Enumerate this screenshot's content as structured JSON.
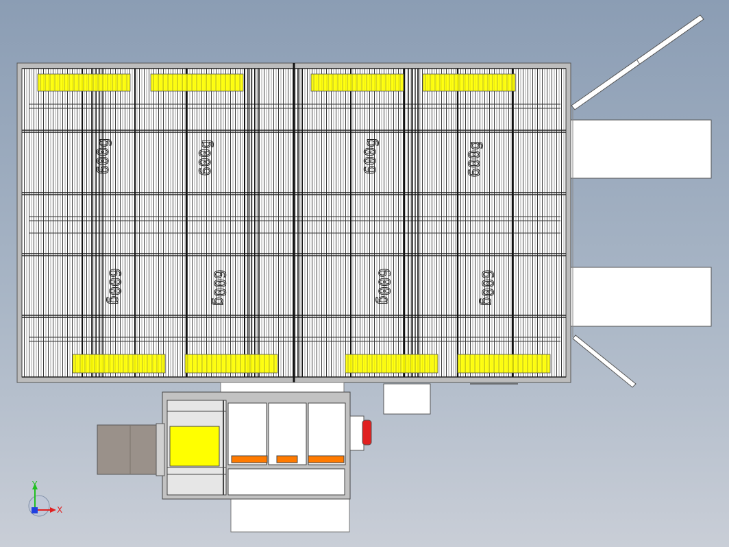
{
  "rack_labels": {
    "top_row": [
      "600g",
      "600g",
      "600g",
      "600g"
    ],
    "bottom_row": [
      "600g",
      "600g",
      "600g",
      "600g"
    ]
  },
  "axes": {
    "x": "X",
    "y": "Y"
  },
  "colors": {
    "background_top": "#8b9db4",
    "background_bottom": "#c9ced7",
    "panel": "#ffffff",
    "frame": "#9c9c9c",
    "highlight": "#ffff00",
    "heater": "#ff7a00",
    "motor": "#9a918a",
    "alarm": "#e02020",
    "axis_x": "#e02020",
    "axis_y": "#20c020",
    "axis_z": "#2040e0"
  }
}
